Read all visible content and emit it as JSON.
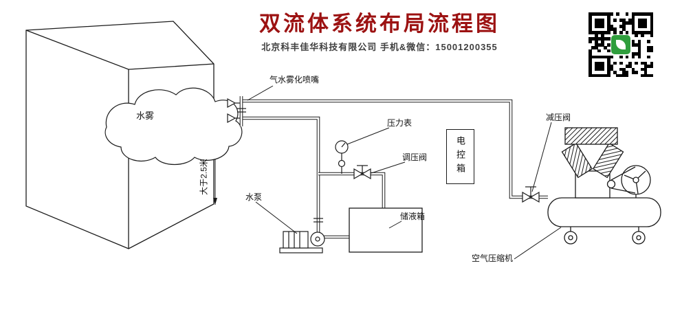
{
  "header": {
    "title": "双流体系统布局流程图",
    "subtitle": "北京科丰佳华科技有限公司 手机&微信：15001200355"
  },
  "labels": {
    "mist": "水雾",
    "nozzle": "气水雾化喷嘴",
    "dimension": "大于2.5米",
    "pressure_gauge": "压力表",
    "regulator_valve": "调压阀",
    "control_box": "电控箱",
    "water_pump": "水泵",
    "liquid_tank": "储液箱",
    "reducer_valve": "减压阀",
    "air_compressor": "空气压缩机"
  },
  "colors": {
    "title_red": "#9c1212",
    "line_black": "#1a1a1a",
    "qr_logo_green": "#2f9e3d"
  }
}
